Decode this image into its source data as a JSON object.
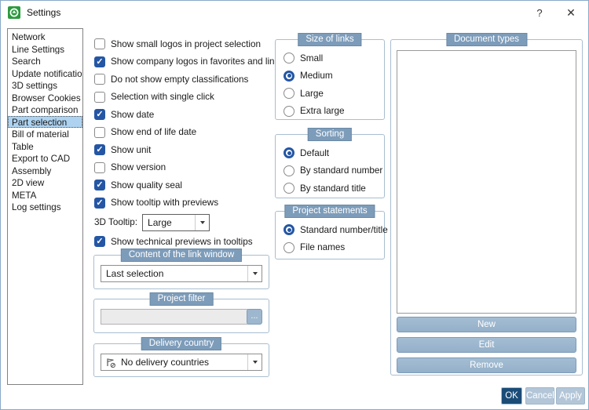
{
  "window": {
    "title": "Settings",
    "help": "?",
    "close": "✕"
  },
  "sidebar": {
    "items": [
      {
        "label": "Network",
        "selected": false
      },
      {
        "label": "Line Settings",
        "selected": false
      },
      {
        "label": "Search",
        "selected": false
      },
      {
        "label": "Update notification",
        "selected": false
      },
      {
        "label": "3D settings",
        "selected": false
      },
      {
        "label": "Browser Cookies",
        "selected": false
      },
      {
        "label": "Part comparison",
        "selected": false
      },
      {
        "label": "Part selection",
        "selected": true
      },
      {
        "label": "Bill of material",
        "selected": false
      },
      {
        "label": "Table",
        "selected": false
      },
      {
        "label": "Export to CAD",
        "selected": false
      },
      {
        "label": "Assembly",
        "selected": false
      },
      {
        "label": "2D view",
        "selected": false
      },
      {
        "label": "META",
        "selected": false
      },
      {
        "label": "Log settings",
        "selected": false
      }
    ]
  },
  "checks": [
    {
      "label": "Show small logos in project selection",
      "checked": false
    },
    {
      "label": "Show company logos in favorites and links",
      "checked": true
    },
    {
      "label": "Do not show empty classifications",
      "checked": false
    },
    {
      "label": "Selection with single click",
      "checked": false
    },
    {
      "label": "Show date",
      "checked": true
    },
    {
      "label": "Show end of life date",
      "checked": false
    },
    {
      "label": "Show unit",
      "checked": true
    },
    {
      "label": "Show version",
      "checked": false
    },
    {
      "label": "Show quality seal",
      "checked": true
    },
    {
      "label": "Show tooltip with previews",
      "checked": true
    },
    {
      "label": "Show technical previews in tooltips",
      "checked": true
    }
  ],
  "tooltip_3d": {
    "label": "3D Tooltip:",
    "value": "Large"
  },
  "link_window": {
    "title": "Content of the link window",
    "value": "Last selection"
  },
  "project_filter": {
    "title": "Project filter",
    "value": "",
    "browse": "..."
  },
  "delivery_country": {
    "title": "Delivery country",
    "value": "No delivery countries"
  },
  "size_of_links": {
    "title": "Size of links",
    "options": [
      {
        "label": "Small",
        "selected": false
      },
      {
        "label": "Medium",
        "selected": true
      },
      {
        "label": "Large",
        "selected": false
      },
      {
        "label": "Extra large",
        "selected": false
      }
    ]
  },
  "sorting": {
    "title": "Sorting",
    "options": [
      {
        "label": "Default",
        "selected": true
      },
      {
        "label": "By standard number",
        "selected": false
      },
      {
        "label": "By standard title",
        "selected": false
      }
    ]
  },
  "project_statements": {
    "title": "Project statements",
    "options": [
      {
        "label": "Standard number/title",
        "selected": true
      },
      {
        "label": "File names",
        "selected": false
      }
    ]
  },
  "document_types": {
    "title": "Document types",
    "items": [],
    "buttons": {
      "new": "New",
      "edit": "Edit",
      "remove": "Remove"
    }
  },
  "footer": {
    "ok": "OK",
    "cancel": "Cancel",
    "apply": "Apply"
  },
  "colors": {
    "accent": "#2456a4",
    "steel": "#7d9cba",
    "ok_button": "#1b4c78",
    "selection": "#aed3f0",
    "group_border": "#a8bed1"
  }
}
